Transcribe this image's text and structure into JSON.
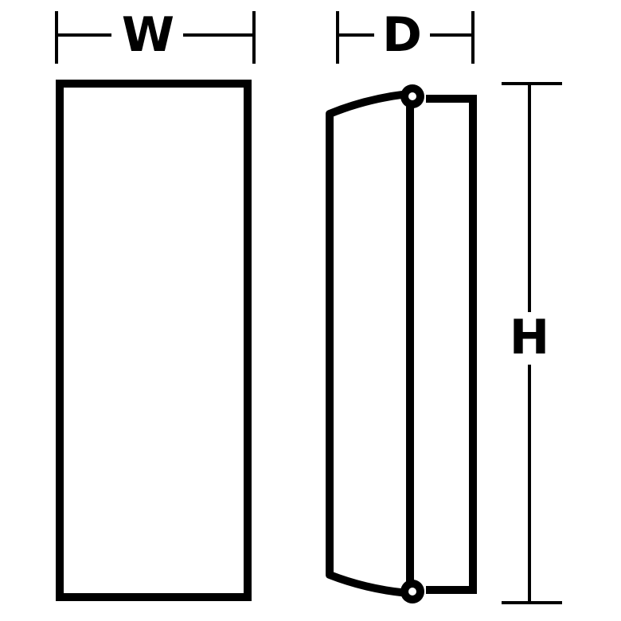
{
  "dimensions": {
    "width_label": "W",
    "depth_label": "D",
    "height_label": "H"
  },
  "colors": {
    "line": "#000000",
    "background": "#ffffff"
  }
}
